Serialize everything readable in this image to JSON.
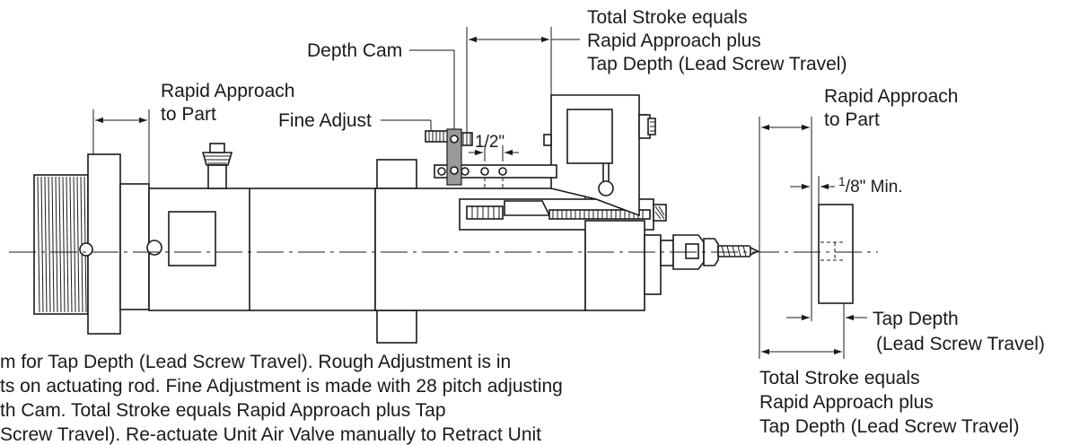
{
  "labels": {
    "total_stroke_top": [
      "Total Stroke equals",
      "Rapid Approach plus",
      "Tap Depth (Lead Screw Travel)"
    ],
    "depth_cam": "Depth Cam",
    "fine_adjust": "Fine Adjust",
    "rapid_approach_left": [
      "Rapid Approach",
      "to Part"
    ],
    "half_inch": "1/2\"",
    "rapid_approach_right": [
      "Rapid Approach",
      "to Part"
    ],
    "eighth_min": {
      "num": "1",
      "den": "8",
      "rest": "\" Min."
    },
    "tap_depth": [
      "Tap Depth",
      "(Lead Screw Travel)"
    ],
    "total_stroke_bottom": [
      "Total Stroke equals",
      "Rapid Approach plus",
      "Tap Depth (Lead Screw Travel)"
    ]
  },
  "caption": [
    "m for Tap Depth (Lead Screw Travel). Rough Adjustment is in",
    "ts on actuating rod. Fine Adjustment is made with 28 pitch adjusting",
    "th Cam. Total Stroke equals Rapid Approach plus Tap",
    "Screw Travel). Re-actuate Unit Air Valve manually to Retract Unit"
  ]
}
